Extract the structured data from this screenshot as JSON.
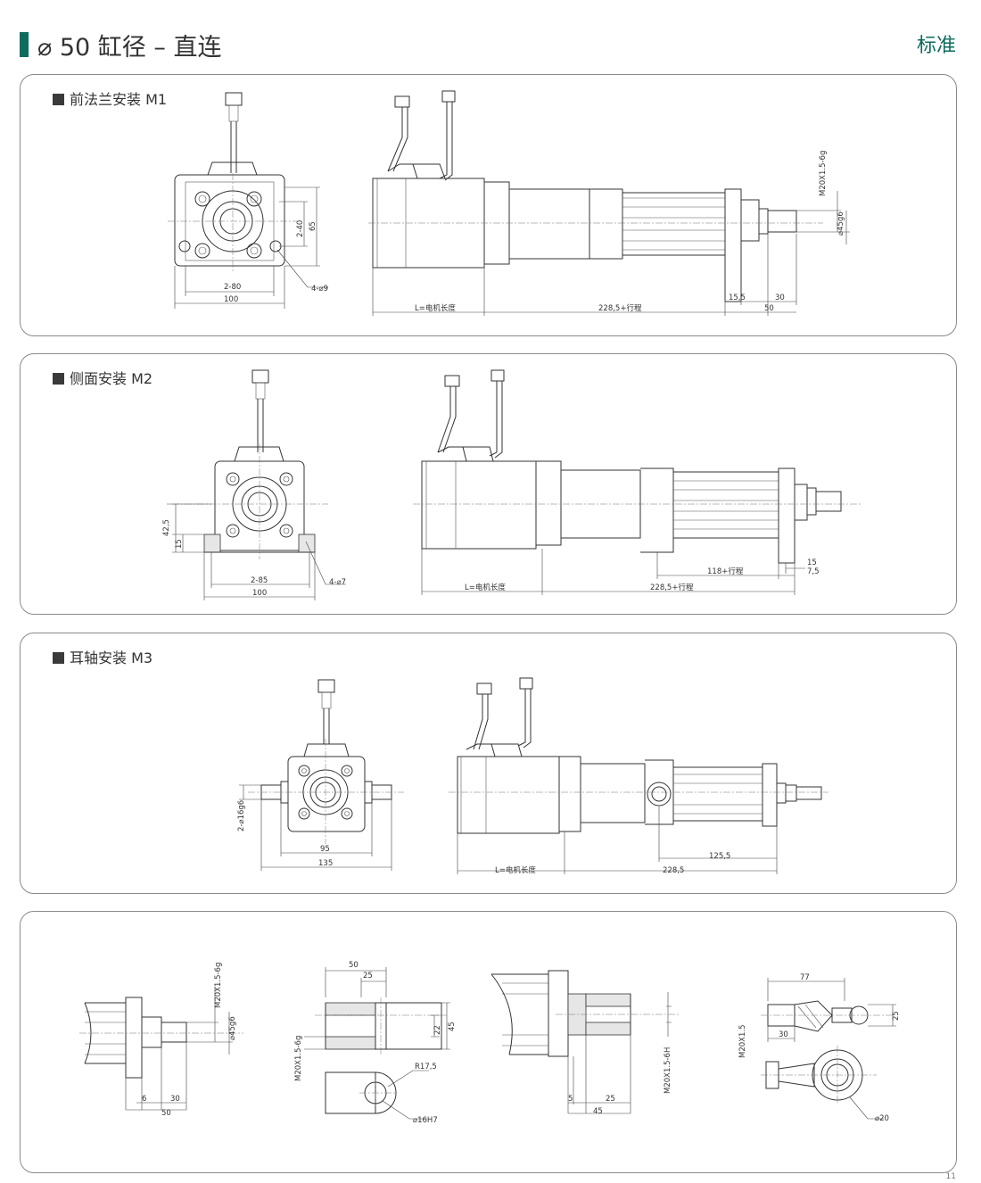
{
  "header": {
    "title": "⌀ 50 缸径 – 直连",
    "standard": "标准"
  },
  "panels": {
    "m1": {
      "label": "前法兰安装 M1",
      "dims": {
        "flange_holes": "2-80",
        "width": "100",
        "holes_v": "2-40",
        "height": "65",
        "hole_dia": "4-⌀9",
        "thread": "M20X1.5-6g",
        "rod_dia": "⌀45g6",
        "motor_len": "L=电机长度",
        "body_len": "228,5+行程",
        "flange_t": "15,5",
        "rod_ext": "30",
        "rod_total": "50"
      }
    },
    "m2": {
      "label": "侧面安装 M2",
      "dims": {
        "holes_h": "2-85",
        "width": "100",
        "height": "42,5",
        "base_t": "15",
        "hole_dia": "4-⌀7",
        "stroke": "118+行程",
        "foot_a": "15",
        "foot_b": "7,5",
        "motor_len": "L=电机长度",
        "body_len": "228,5+行程"
      }
    },
    "m3": {
      "label": "耳轴安装 M3",
      "dims": {
        "trunnion_dia": "2-⌀16g6",
        "inner": "95",
        "outer": "135",
        "pivot": "125,5",
        "motor_len": "L=电机长度",
        "body_len": "228,5"
      }
    },
    "m4": {
      "rod_end": {
        "thread": "M20X1.5-6g",
        "dia": "⌀45g6",
        "a": "6",
        "b": "30",
        "c": "50"
      },
      "clevis": {
        "len": "50",
        "slot": "25",
        "h": "45",
        "gap": "22",
        "thread": "M20X1.5-6g",
        "radius": "R17,5",
        "pin": "⌀16H7"
      },
      "flange": {
        "a": "5",
        "b": "25",
        "c": "45",
        "thread": "M20X1.5-6H"
      },
      "eye": {
        "len": "77",
        "w": "25",
        "thread": "M20X1.5",
        "a": "30",
        "ball": "⌀20"
      }
    }
  },
  "page_number": "11"
}
